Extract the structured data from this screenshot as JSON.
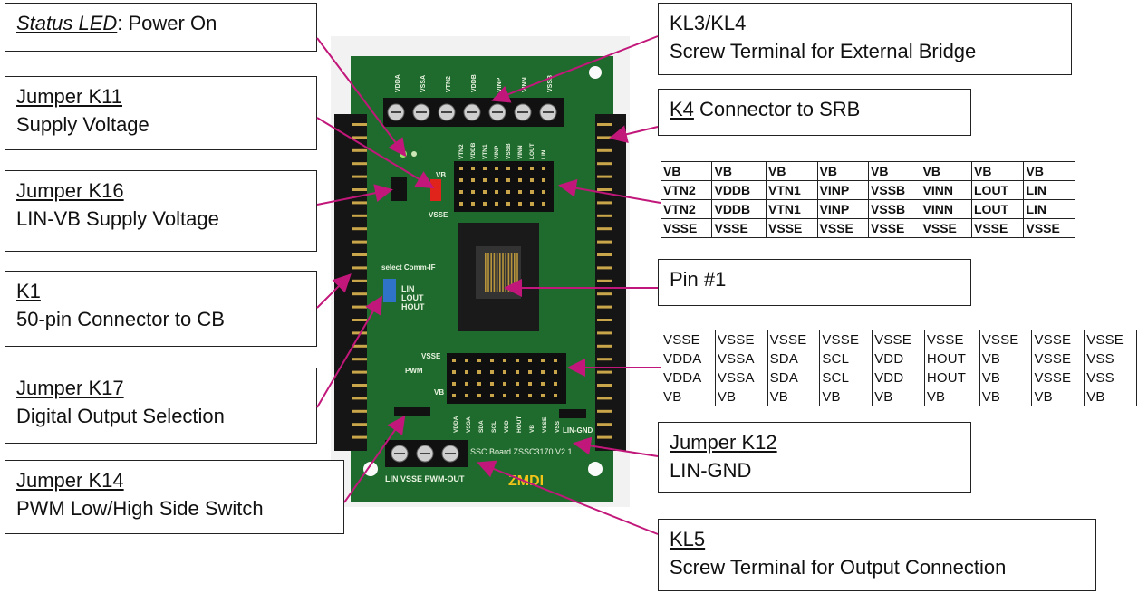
{
  "callouts": {
    "status_led": {
      "title": "Status LED",
      "rest": ": Power On"
    },
    "k11": {
      "title": "Jumper K11",
      "desc": "Supply Voltage"
    },
    "k16": {
      "title": "Jumper K16",
      "desc": "LIN-VB Supply Voltage"
    },
    "k1": {
      "title": "K1",
      "desc": "50-pin Connector to CB"
    },
    "k17": {
      "title": "Jumper K17",
      "desc": "Digital Output Selection"
    },
    "k14": {
      "title": "Jumper K14",
      "desc": "PWM Low/High Side Switch"
    },
    "kl3": {
      "title": "KL3/KL4",
      "desc": "Screw Terminal for External Bridge"
    },
    "k4": {
      "title": "K4",
      "rest": " Connector to SRB"
    },
    "pin1": {
      "title": "Pin #1"
    },
    "k12": {
      "title": "Jumper K12",
      "desc": "LIN-GND"
    },
    "kl5": {
      "title": "KL5",
      "desc": "Screw Terminal for Output Connection"
    }
  },
  "table_top": [
    [
      "VB",
      "VB",
      "VB",
      "VB",
      "VB",
      "VB",
      "VB",
      "VB"
    ],
    [
      "VTN2",
      "VDDB",
      "VTN1",
      "VINP",
      "VSSB",
      "VINN",
      "LOUT",
      "LIN"
    ],
    [
      "VTN2",
      "VDDB",
      "VTN1",
      "VINP",
      "VSSB",
      "VINN",
      "LOUT",
      "LIN"
    ],
    [
      "VSSE",
      "VSSE",
      "VSSE",
      "VSSE",
      "VSSE",
      "VSSE",
      "VSSE",
      "VSSE"
    ]
  ],
  "table_bottom": [
    [
      "VSSE",
      "VSSE",
      "VSSE",
      "VSSE",
      "VSSE",
      "VSSE",
      "VSSE",
      "VSSE",
      "VSSE"
    ],
    [
      "VDDA",
      "VSSA",
      "SDA",
      "SCL",
      "VDD",
      "HOUT",
      "VB",
      "VSSE",
      "VSS"
    ],
    [
      "VDDA",
      "VSSA",
      "SDA",
      "SCL",
      "VDD",
      "HOUT",
      "VB",
      "VSSE",
      "VSS"
    ],
    [
      "VB",
      "VB",
      "VB",
      "VB",
      "VB",
      "VB",
      "VB",
      "VB",
      "VB"
    ]
  ],
  "board": {
    "terminal_top_labels": [
      "VDDA",
      "VSSA",
      "VTN2",
      "VDDB",
      "VINP",
      "VINN",
      "VSSB"
    ],
    "header_top_labels": [
      "VTN2",
      "VDDB",
      "VTN1",
      "VINP",
      "VSSB",
      "VINN",
      "LOUT",
      "LIN"
    ],
    "header_bottom_labels": [
      "VDDA",
      "VSSA",
      "SDA",
      "SCL",
      "VDD",
      "HOUT",
      "VB",
      "VSSE",
      "VSS"
    ],
    "select_label": "select Comm-IF",
    "lin_label": "LIN",
    "lout_label": "LOUT",
    "hout_label": "HOUT",
    "vb_label": "VB",
    "vsse_label": "VSSE",
    "vsse2_label": "VSSE",
    "pwm_label": "PWM",
    "vb2_label": "VB",
    "lin_gnd_label": "LIN-GND",
    "ssc_label": "SSC Board ZSSC3170 V2.1",
    "bottom_terminal_label": "LIN VSSE PWM-OUT",
    "logo": "ZMDI"
  },
  "colors": {
    "arrow": "#c2177a",
    "board": "#1f6b2e",
    "header": "#111111"
  }
}
